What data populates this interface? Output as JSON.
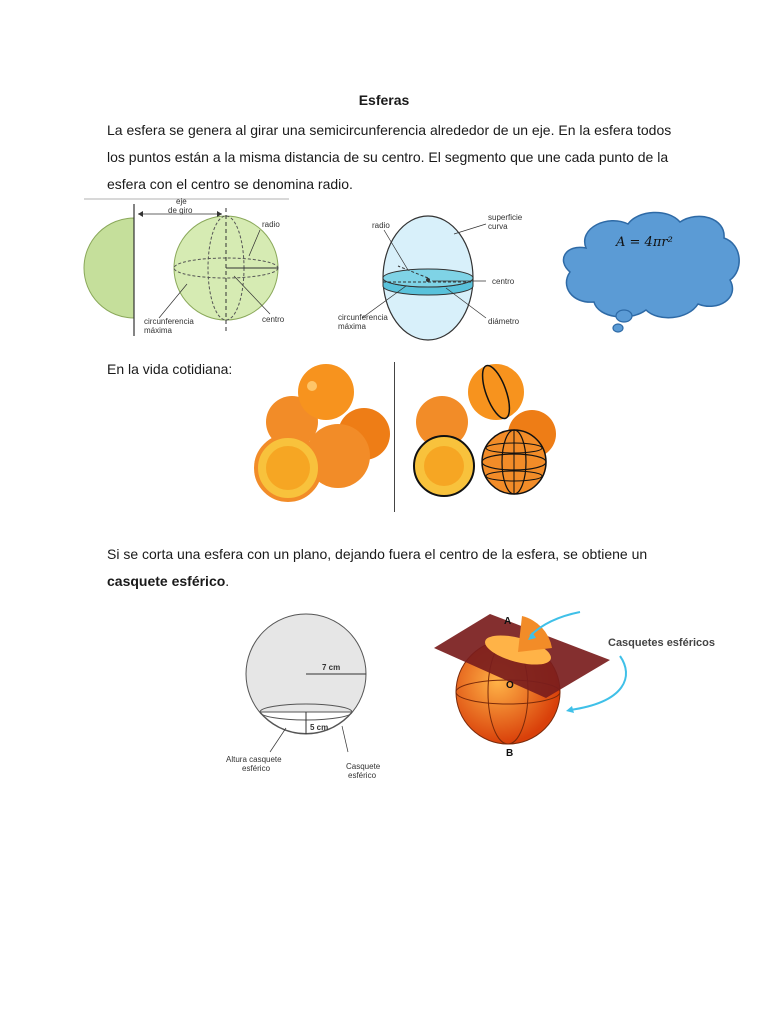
{
  "document": {
    "title": "Esferas",
    "intro": "La esfera se genera al girar una semicircunferencia alrededor de un eje. En la esfera todos los puntos están a la misma distancia de su centro. El segmento que une cada punto de la esfera con el centro se denomina radio.",
    "daily_life": "En la vida cotidiana:",
    "cap_text_before": "Si se corta una esfera con un plano, dejando fuera el centro de la esfera, se obtiene un ",
    "cap_text_bold": "casquete esférico",
    "cap_text_after": "."
  },
  "figure1": {
    "label_axis": "eje\nde giro",
    "label_radius": "radio",
    "label_circ": "circunferencia\nmáxima",
    "label_center": "centro"
  },
  "figure2": {
    "label_radius": "radio",
    "label_surface": "superficie\ncurva",
    "label_center": "centro",
    "label_circ": "circunferencia\nmáxima",
    "label_diameter": "diámetro"
  },
  "formula": {
    "text": "A = 4πr²"
  },
  "figure3": {
    "label_radius": "7 cm",
    "label_height": "5 cm",
    "label_height_name": "Altura casquete\nesférico",
    "label_cap_name": "Casquete\nesférico"
  },
  "figure4": {
    "label_a": "A",
    "label_o": "O",
    "label_b": "B",
    "label_caps": "Casquetes esféricos"
  },
  "colors": {
    "cloud": "#5b9bd5",
    "sphere_green": "#c5df9b",
    "sphere_blue": "#c8e9f5",
    "band_blue": "#59c2db",
    "orange": "#f28c28",
    "plane": "#7a1d1d"
  }
}
